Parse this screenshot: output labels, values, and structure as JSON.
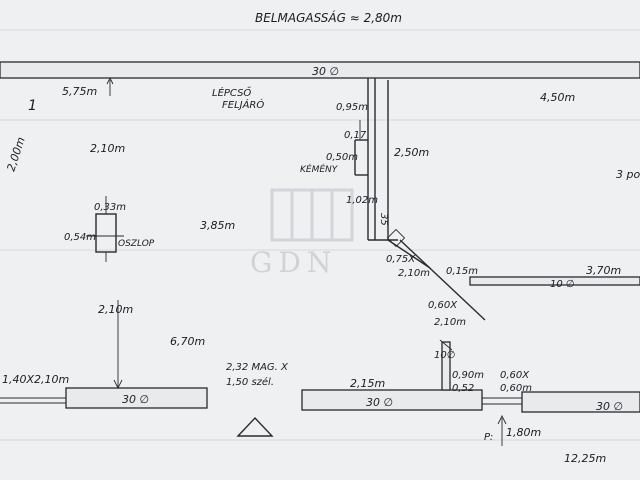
{
  "labels": {
    "title": "BELMAGASSÁG ≈ 2,80m",
    "wall_top": "30 ∅",
    "w_575": "5,75m",
    "lepcso": "LÉPCSŐ",
    "feljaro": "FELJÁRÓ",
    "num_1": "1",
    "dim_200": "2,00m",
    "dim_210a": "2,10m",
    "dim_033": "0,33m",
    "dim_054": "0,54m",
    "oszlop": "OSZLOP",
    "dim_385": "3,85m",
    "dim_210b": "2,10m",
    "dim_670": "6,70m",
    "dim_140x210": "1,40X2,10m",
    "dim_232": "2,32 MAG. X",
    "dim_150": "1,50 szél.",
    "dim_215": "2,15m",
    "wall_b1": "30 ∅",
    "wall_b2": "30 ∅",
    "wall_b3": "30 ∅",
    "dim_095": "0,95m",
    "dim_017": "0,17",
    "dim_050": "0,50m",
    "kemeny": "KÉMÉNY",
    "dim_102": "1,02m",
    "dim_35": "35",
    "dim_250": "2,50m",
    "dim_075": "0,75X",
    "dim_210c": "2,10m",
    "dim_015": "0,15m",
    "dim_370": "3,70m",
    "wall_10a": "10 ∅",
    "dim_450": "4,50m",
    "dim_3po": "3 po",
    "dim_060x": "0,60X",
    "dim_210d": "2,10m",
    "wall_10b": "10∅",
    "dim_090": "0,90m",
    "dim_052": "0,52",
    "dim_060x2": "0,60X",
    "dim_060m": "0,60m",
    "p_label": "P:",
    "dim_180": "1,80m",
    "dim_1225": "12,25m",
    "watermark": "GDN"
  }
}
